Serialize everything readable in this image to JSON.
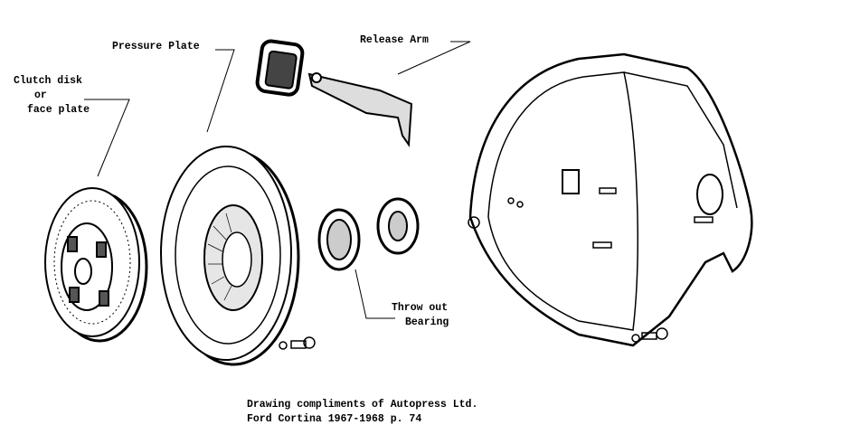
{
  "labels": {
    "pressure_plate": "Pressure Plate",
    "release_arm": "Release Arm",
    "clutch_disk_line1": "Clutch disk",
    "clutch_disk_line2": "or",
    "clutch_disk_line3": "face plate",
    "throw_out_line1": "Throw out",
    "throw_out_line2": "Bearing"
  },
  "caption": {
    "line1": "Drawing compliments of Autopress Ltd.",
    "line2": "Ford Cortina 1967-1968 p. 74"
  }
}
